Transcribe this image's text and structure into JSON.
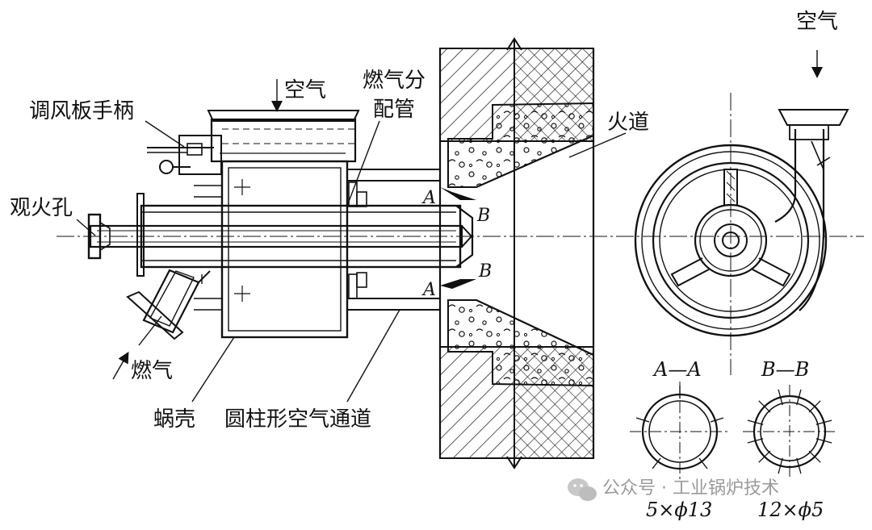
{
  "labels": {
    "air_top_right": "空气",
    "air_top": "空气",
    "damper_handle": "调风板手柄",
    "gas_pipe_line1": "燃气分",
    "gas_pipe_line2": "配管",
    "flue": "火道",
    "sight_hole": "观火孔",
    "gas": "燃气",
    "volute": "蜗壳",
    "cyl_air_channel": "圆柱形空气通道"
  },
  "section_marks": {
    "a_upper": "A",
    "b_upper": "B",
    "b_lower": "B",
    "a_lower": "A"
  },
  "sections": {
    "aa_title": "A—A",
    "bb_title": "B—B",
    "aa_caption": "5×ϕ13",
    "bb_caption": "12×ϕ5"
  },
  "watermark": {
    "text": "公众号 · 工业锅炉技术",
    "icon": "wechat-icon"
  }
}
